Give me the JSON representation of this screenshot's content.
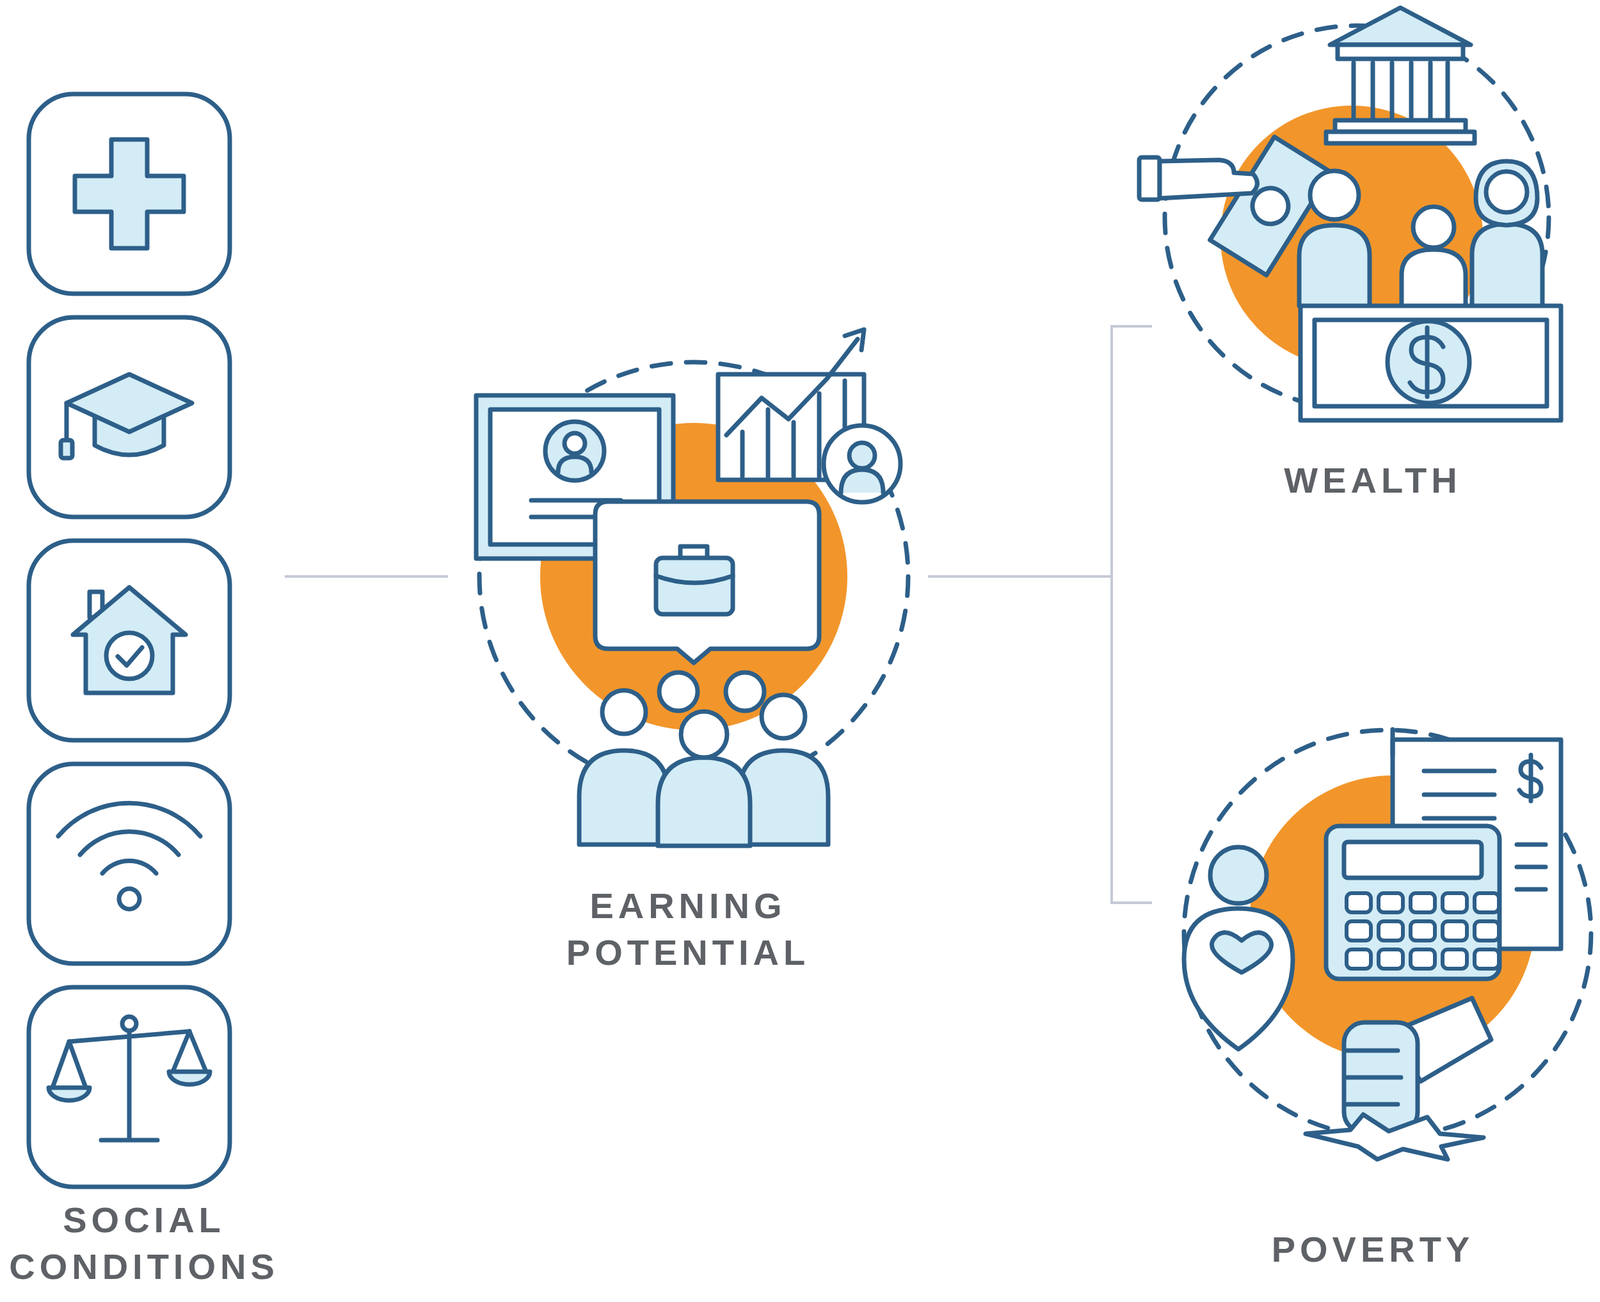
{
  "diagram": {
    "nodes": [
      {
        "text": [
          "SOCIAL CONDITIONS"
        ]
      },
      {
        "text": [
          "EARNING POTENTIAL"
        ]
      },
      {
        "text": [
          "WEALTH"
        ]
      },
      {
        "text": [
          "POVERTY"
        ]
      }
    ],
    "edges": [
      {
        "from": 0,
        "to": 1,
        "arrow": "none"
      },
      {
        "from": 1,
        "to": 2,
        "arrow": "none"
      },
      {
        "from": 1,
        "to": 3,
        "arrow": "none"
      }
    ]
  }
}
